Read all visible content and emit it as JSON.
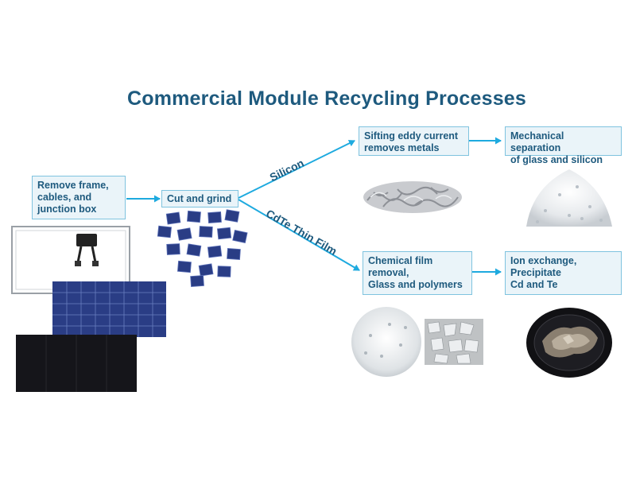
{
  "title": "Commercial Module Recycling Processes",
  "steps": {
    "remove": [
      "Remove frame,",
      "cables, and",
      "junction box"
    ],
    "cut": [
      "Cut and grind"
    ],
    "sifting": [
      "Sifting eddy current",
      "removes metals"
    ],
    "mechanical": [
      "Mechanical separation",
      "of glass and silicon"
    ],
    "chemical": [
      "Chemical film",
      "removal,",
      "Glass and polymers"
    ],
    "ion": [
      "Ion exchange,",
      "Precipitate",
      "Cd and Te"
    ]
  },
  "branches": {
    "silicon": "Silicon",
    "cdte": "CdTe Thin Film"
  },
  "colors": {
    "accent": "#1eaadf",
    "text": "#1e5a7e",
    "box_fill": "#eaf4f9",
    "box_border": "#7fc3df",
    "cell_blue": "#2a3d85"
  }
}
